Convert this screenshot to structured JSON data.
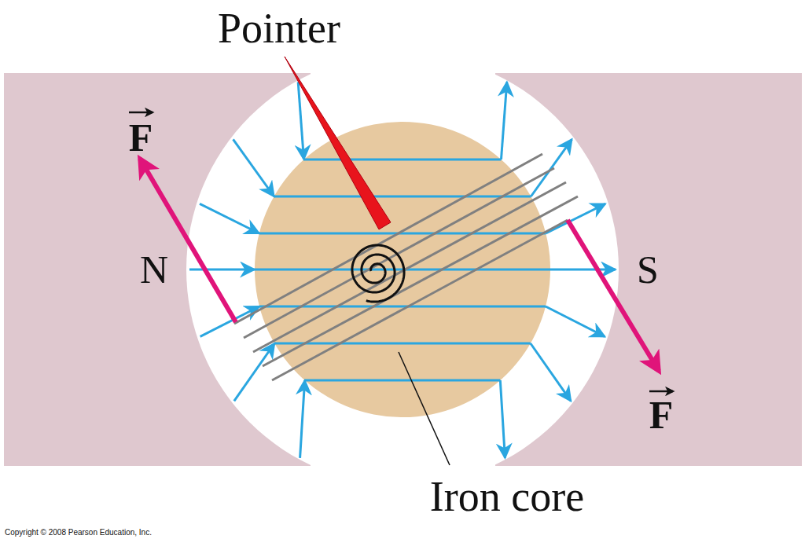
{
  "diagram": {
    "labels": [
      "Pointer",
      "F",
      "N",
      "S",
      "F",
      "Iron core",
      "Copyright © 2008 Pearson Education, Inc."
    ]
  }
}
